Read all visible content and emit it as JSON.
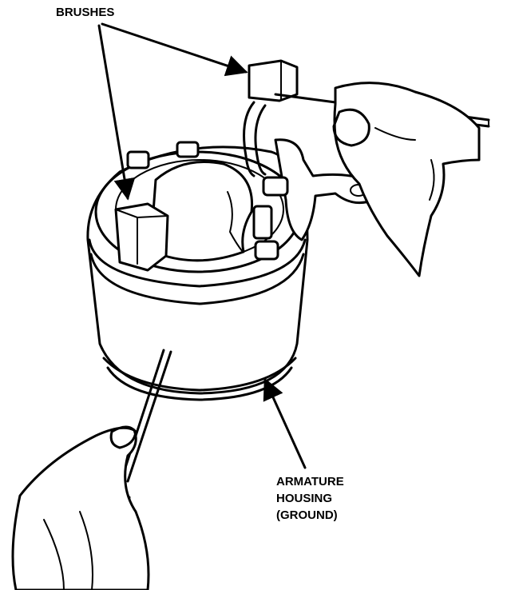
{
  "labels": {
    "brushes": "BRUSHES",
    "housing_line1": "ARMATURE",
    "housing_line2": "HOUSING",
    "housing_line3": "(GROUND)"
  },
  "colors": {
    "ink": "#000000",
    "paper": "#ffffff"
  }
}
